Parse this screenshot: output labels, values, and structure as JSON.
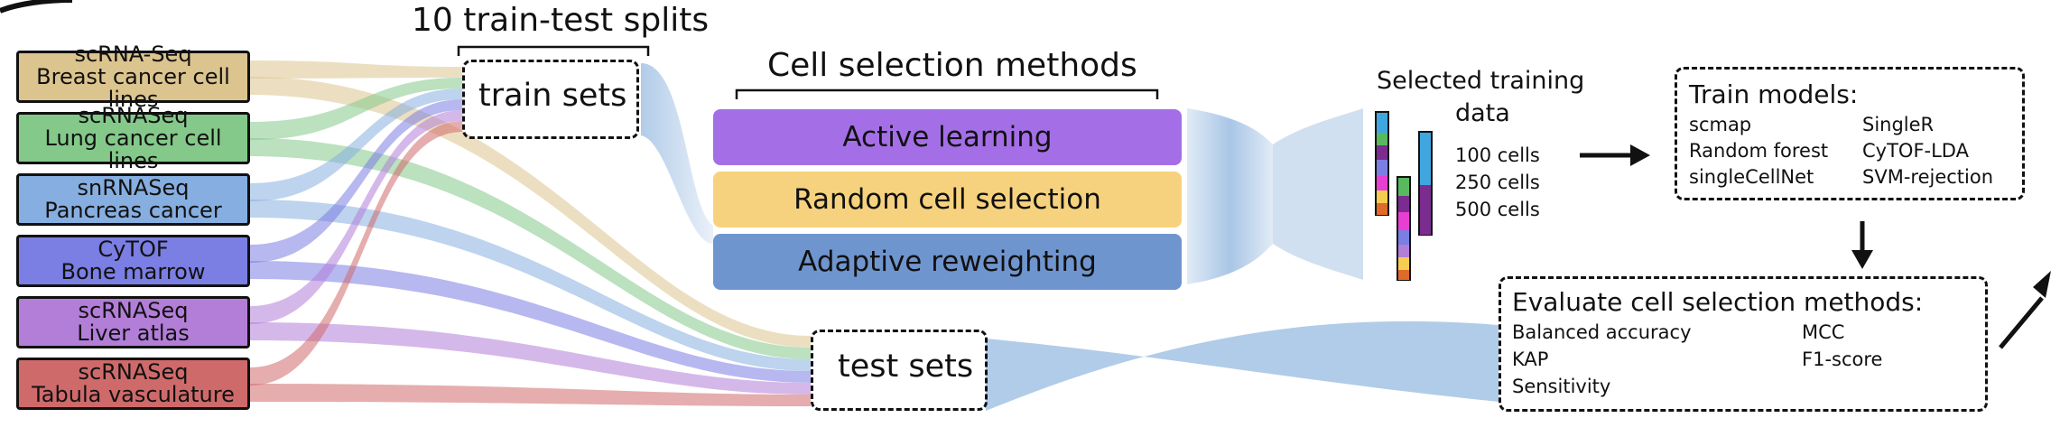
{
  "figure_letter": "",
  "splits_label": "10 train-test splits",
  "datasets": [
    {
      "line1": "scRNA-Seq",
      "line2": "Breast cancer cell lines",
      "color": "#dcc48e"
    },
    {
      "line1": "scRNASeq",
      "line2": "Lung cancer cell lines",
      "color": "#84c98a"
    },
    {
      "line1": "snRNASeq",
      "line2": "Pancreas cancer",
      "color": "#86aee0"
    },
    {
      "line1": "CyTOF",
      "line2": "Bone marrow",
      "color": "#7b7ee3"
    },
    {
      "line1": "scRNASeq",
      "line2": "Liver atlas",
      "color": "#b27ed8"
    },
    {
      "line1": "scRNASeq",
      "line2": "Tabula vasculature",
      "color": "#cf6a6a"
    }
  ],
  "train_sets_label": "train sets",
  "test_sets_label": "test sets",
  "methods_title": "Cell selection methods",
  "methods": [
    {
      "label": "Active learning",
      "color": "#a46fe6"
    },
    {
      "label": "Random cell selection",
      "color": "#f7d27e"
    },
    {
      "label": "Adaptive reweighting",
      "color": "#6f95cf"
    }
  ],
  "selected_data": {
    "title_line1": "Selected training",
    "title_line2": "data",
    "sizes": [
      "100 cells",
      "250 cells",
      "500 cells"
    ]
  },
  "train_models": {
    "title": "Train models:",
    "col1": [
      "scmap",
      "Random forest",
      "singleCellNet"
    ],
    "col2": [
      "SingleR",
      "CyTOF-LDA",
      "SVM-rejection"
    ]
  },
  "evaluate": {
    "title": "Evaluate cell selection methods:",
    "col1": [
      "Balanced accuracy",
      "KAP",
      "Sensitivity"
    ],
    "col2": [
      "MCC",
      "F1-score"
    ]
  },
  "colors": {
    "flow_blue": "#a9c6e6",
    "outline": "#111111"
  }
}
